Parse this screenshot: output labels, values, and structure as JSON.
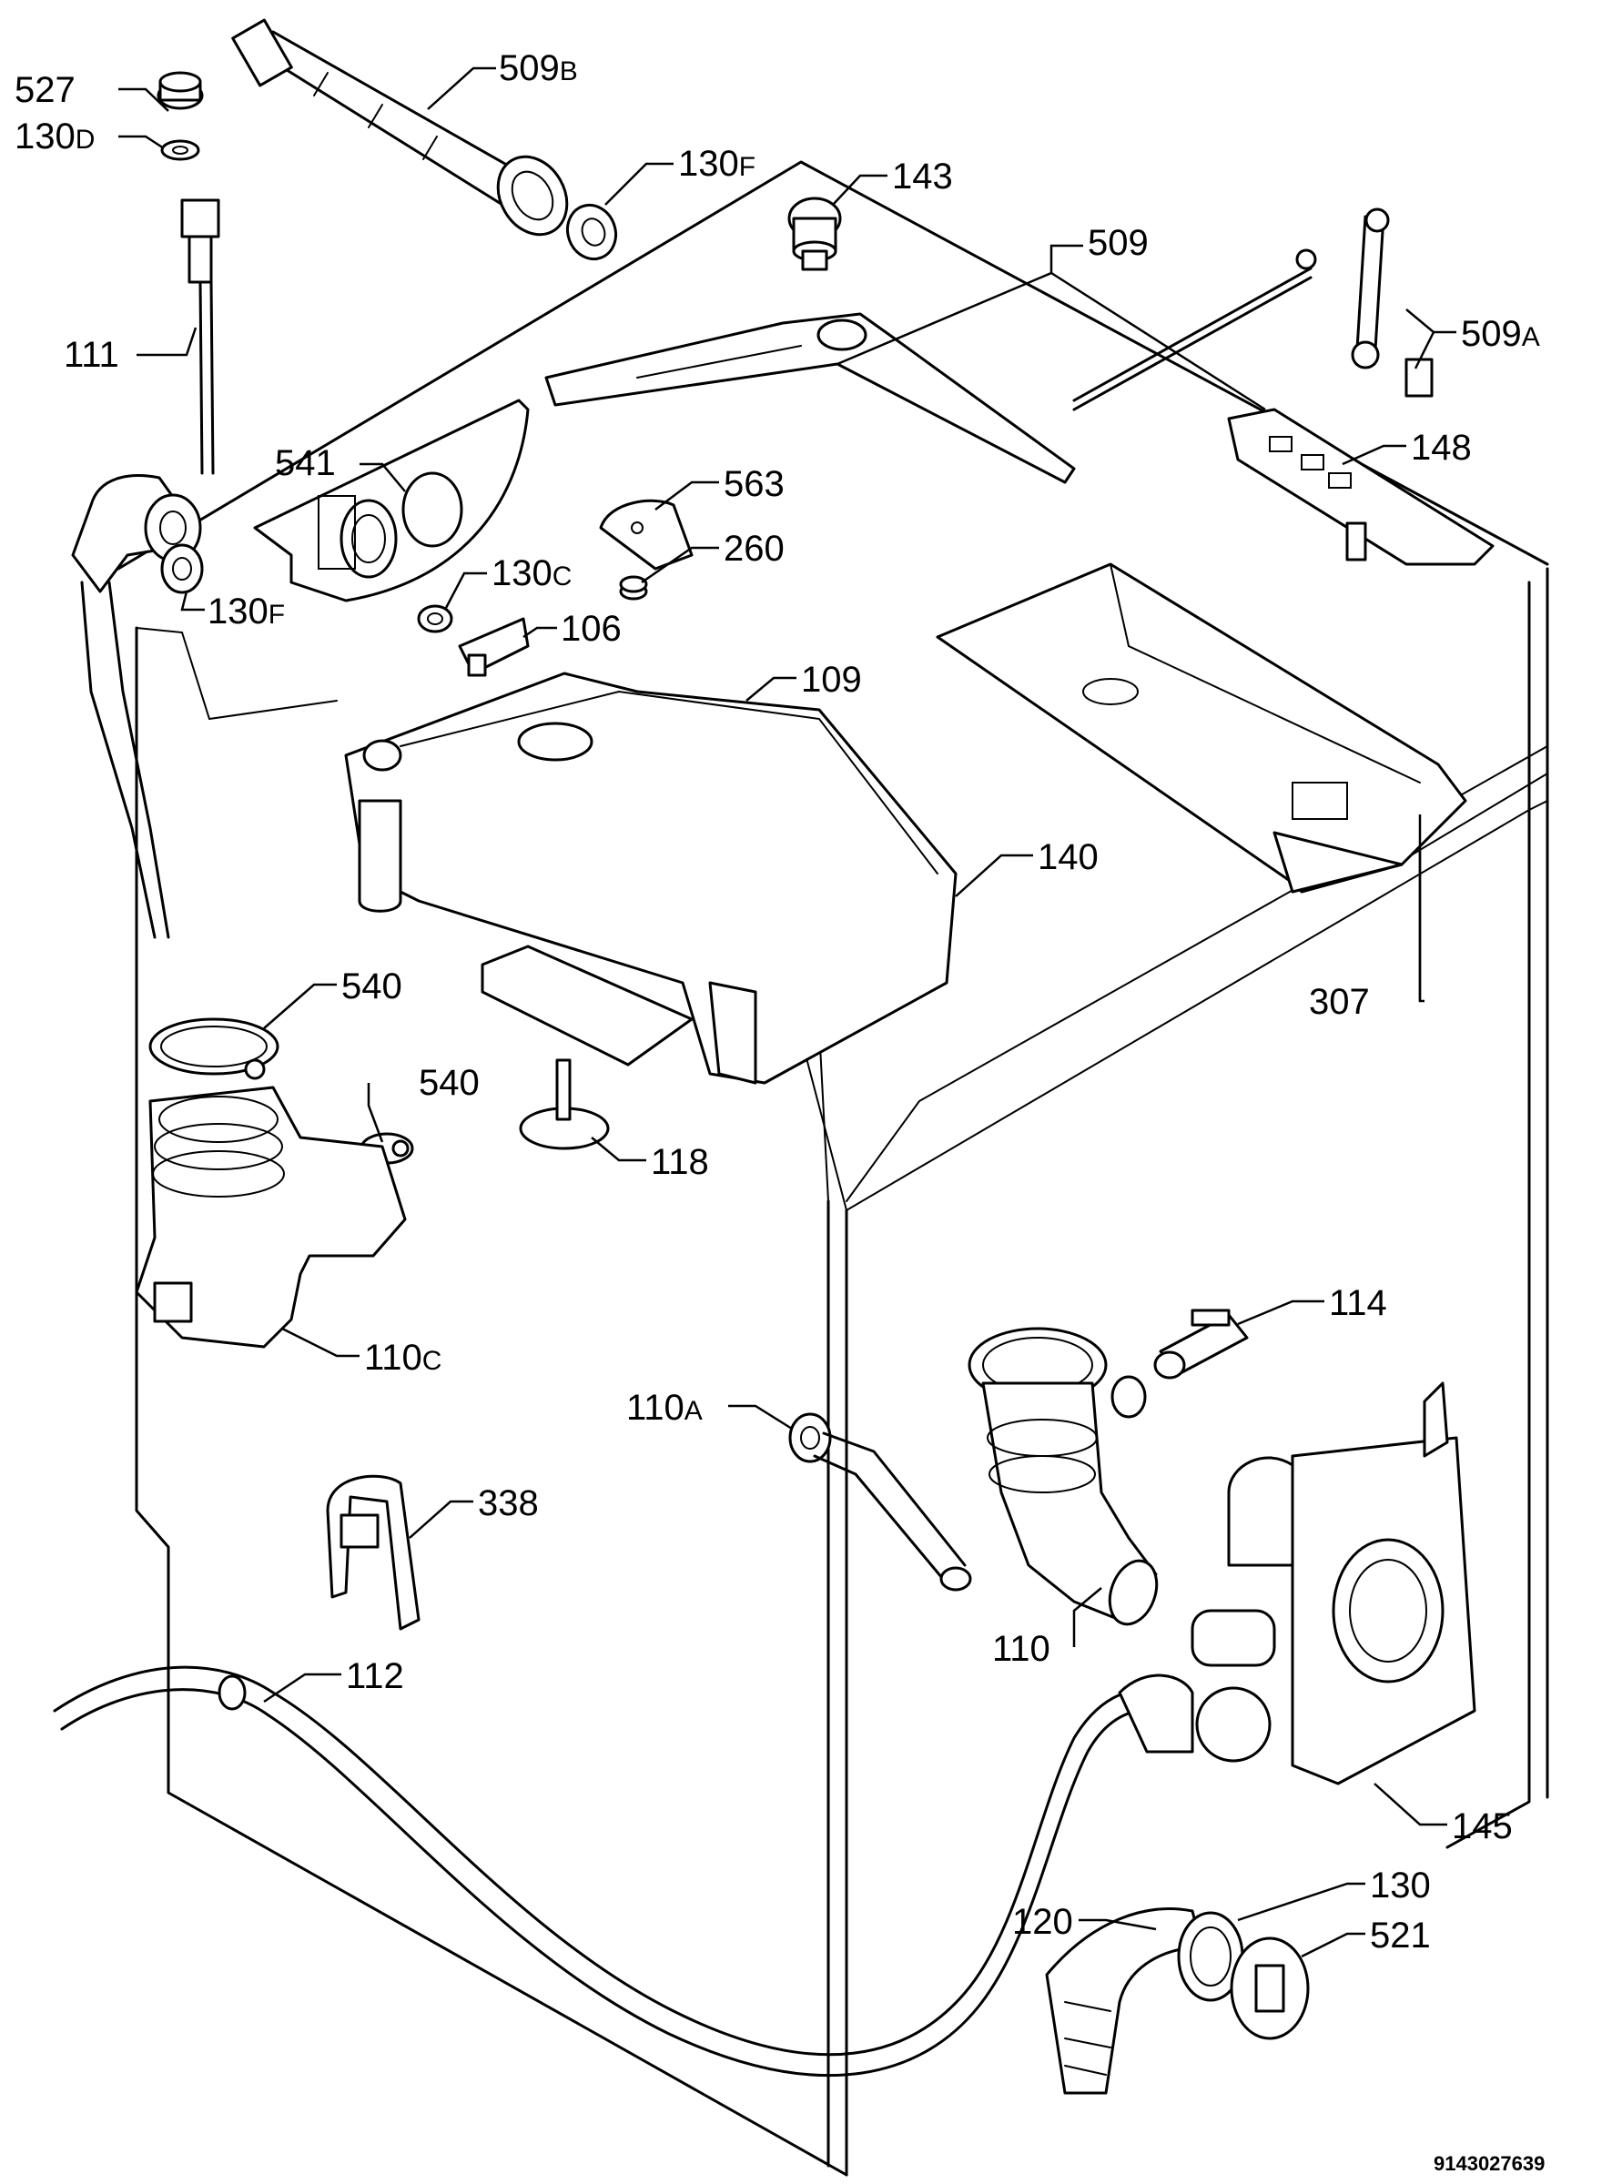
{
  "labels": {
    "p527": "527",
    "p130d_num": "130",
    "p130d_suf": "D",
    "p509b_num": "509",
    "p509b_suf": "B",
    "p130f_top_num": "130",
    "p130f_top_suf": "F",
    "p143": "143",
    "p509": "509",
    "p509a_num": "509",
    "p509a_suf": "A",
    "p111": "111",
    "p541": "541",
    "p563": "563",
    "p148": "148",
    "p260": "260",
    "p130c_num": "130",
    "p130c_suf": "C",
    "p130f_left_num": "130",
    "p130f_left_suf": "F",
    "p106": "106",
    "p109": "109",
    "p140": "140",
    "p307": "307",
    "p540_a": "540",
    "p540_b": "540",
    "p118": "118",
    "p110c_num": "110",
    "p110c_suf": "C",
    "p114": "114",
    "p110a_num": "110",
    "p110a_suf": "A",
    "p338": "338",
    "p110": "110",
    "p112": "112",
    "p145": "145",
    "p130": "130",
    "p120": "120",
    "p521": "521"
  },
  "document_number": "9143027639"
}
